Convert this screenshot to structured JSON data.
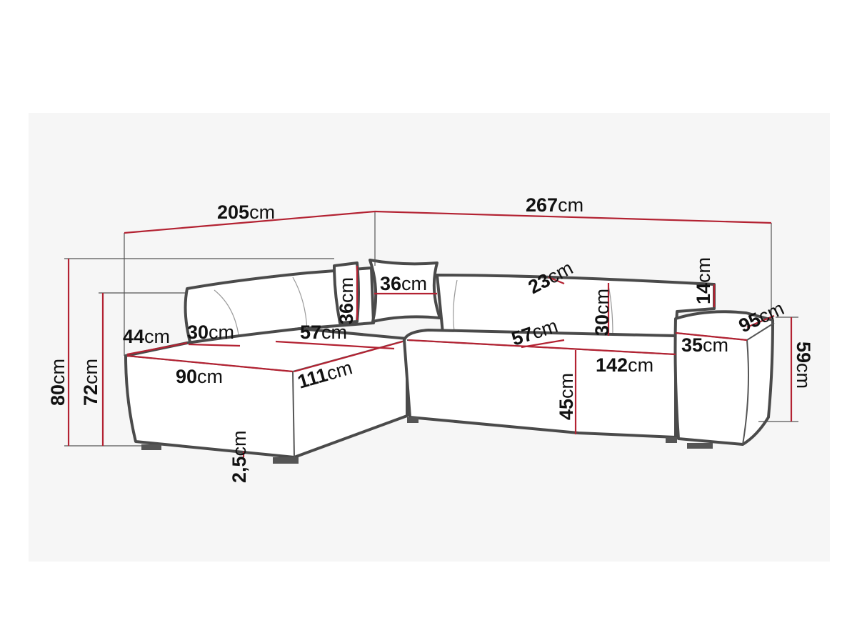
{
  "colors": {
    "background": "#ffffff",
    "panel": "#f6f6f6",
    "dimension_line": "#b32232",
    "outline": "#4a4a4a",
    "text": "#111111"
  },
  "dimensions": {
    "total_width_left": {
      "value": "205",
      "unit": "cm"
    },
    "total_width_right": {
      "value": "267",
      "unit": "cm"
    },
    "total_height": {
      "value": "80",
      "unit": "cm"
    },
    "backrest_height": {
      "value": "72",
      "unit": "cm"
    },
    "armrest_height": {
      "value": "59",
      "unit": "cm"
    },
    "armrest_depth": {
      "value": "95",
      "unit": "cm"
    },
    "pillow_height": {
      "value": "36",
      "unit": "cm"
    },
    "pillow_width": {
      "value": "36",
      "unit": "cm"
    },
    "back_cushion_depth": {
      "value": "23",
      "unit": "cm"
    },
    "armrest_top": {
      "value": "14",
      "unit": "cm"
    },
    "back_cushion_height": {
      "value": "30",
      "unit": "cm"
    },
    "left_back_depth": {
      "value": "44",
      "unit": "cm"
    },
    "left_back_width": {
      "value": "30",
      "unit": "cm"
    },
    "left_seat_depth": {
      "value": "57",
      "unit": "cm"
    },
    "right_seat_depth": {
      "value": "57",
      "unit": "cm"
    },
    "armrest_width": {
      "value": "35",
      "unit": "cm"
    },
    "chaise_width": {
      "value": "90",
      "unit": "cm"
    },
    "chaise_length": {
      "value": "111",
      "unit": "cm"
    },
    "seat_length": {
      "value": "142",
      "unit": "cm"
    },
    "seat_height": {
      "value": "45",
      "unit": "cm"
    },
    "leg_height": {
      "value": "2,5",
      "unit": "cm"
    }
  }
}
